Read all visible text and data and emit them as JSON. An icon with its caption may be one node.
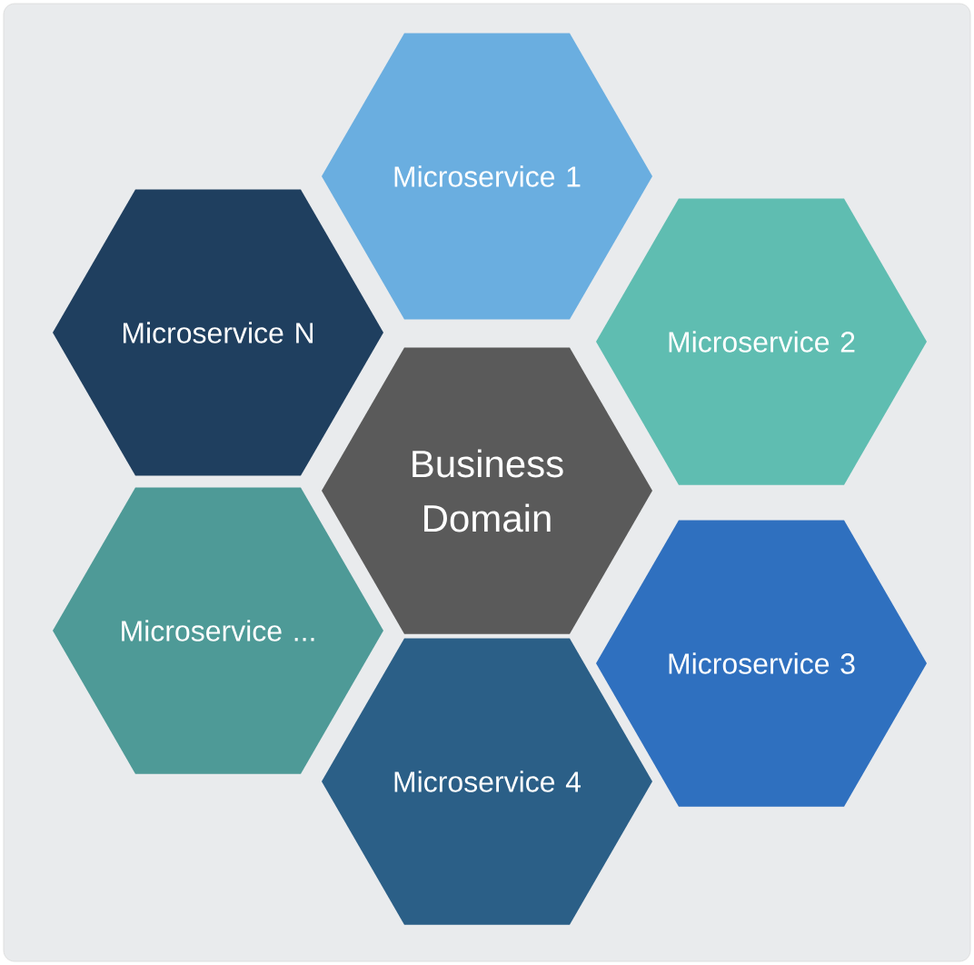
{
  "diagram": {
    "nodes": [
      {
        "text": [
          "Microservice 1"
        ]
      },
      {
        "text": [
          "Microservice N"
        ]
      },
      {
        "text": [
          "Microservice 2"
        ]
      },
      {
        "text": [
          "Business Domain"
        ]
      },
      {
        "text": [
          "Microservice ..."
        ]
      },
      {
        "text": [
          "Microservice 3"
        ]
      },
      {
        "text": [
          "Microservice 4"
        ]
      }
    ],
    "edges": []
  }
}
